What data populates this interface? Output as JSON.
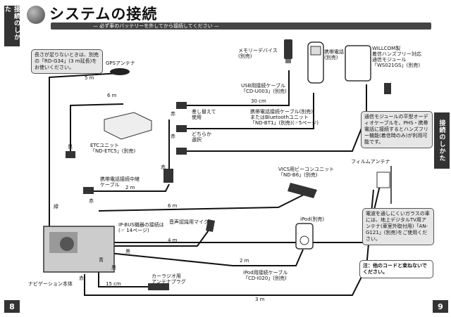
{
  "side_tab_left": "接続のしかた",
  "side_tab_right": "接続のしかた",
  "title": "システムの接続",
  "subtitle": "— 必ず車のバッテリーを外してから接続してください —",
  "note_cable": "長さが足りないときは、別売の「RD-G34」(3 m延長)をお使いください。",
  "gps_antenna": "GPSアンテナ",
  "memory_device": "メモリーデバイス\n(別売)",
  "mobile_phone": "携帯電話\n(別売)",
  "willcom_module": "WILLCOM製\n着信ハンズフリー対応\n通信モジュール\n「WS021GS」(別売)",
  "usb_cable": "USB用接続ケーブル\n「CD-U003」(別売)",
  "phone_cable": "携帯電話接続ケーブル(別売)\nまたはBluetoothユニット\n「ND-BT1」(別売)(☞5ページ)",
  "switch_use": "差し替えて\n使用",
  "either_select": "どちらか\n選択",
  "module_note": "通信モジュールの平型オーディオケーブルを、PHS・携帯電話に接続するとハンズフリー機能(着信時のみ)が利用可能です。",
  "etc_unit": "ETCユニット\n「ND-ETC5」(別売)",
  "phone_relay_cable": "携帯電話接続中継\nケーブル",
  "vics_unit": "VICS用ビーコンユニット\n「ND-B6」(別売)",
  "film_antenna": "フィルムアンテナ",
  "glass_note": "電波を通しにくいガラスの車には、地上デジタルTV用アンテナ(車室外取付用)「AN-G121」(別売)をご使用ください。",
  "ipbus_note": "IP-BUS機器の接続は\n(☞ 14ページ)",
  "mic": "音声認識用マイク",
  "ipod": "iPod(別売)",
  "ipod_cable": "iPod用接続ケーブル\n「CD-I020」(別売)",
  "car_radio": "カーラジオ用\nアンテナプラグ",
  "nav_unit": "ナビゲーション本体",
  "cord_note": "注：他のコードと束ねないでください。",
  "len_5m": "5 m",
  "len_6m_a": "6 m",
  "len_30cm": "30 cm",
  "len_2m_a": "2 m",
  "len_6m_b": "6 m",
  "len_4m": "4 m",
  "len_2m_b": "2 m",
  "len_15cm": "15 cm",
  "len_3m": "3 m",
  "c_black1": "黒",
  "c_red1": "赤",
  "c_red2": "赤",
  "c_red3": "赤",
  "c_green": "緑",
  "c_red4": "赤",
  "c_black2": "黒",
  "c_blue": "青",
  "c_red5": "赤",
  "c_black3": "黒",
  "page_left": "8",
  "page_right": "9"
}
